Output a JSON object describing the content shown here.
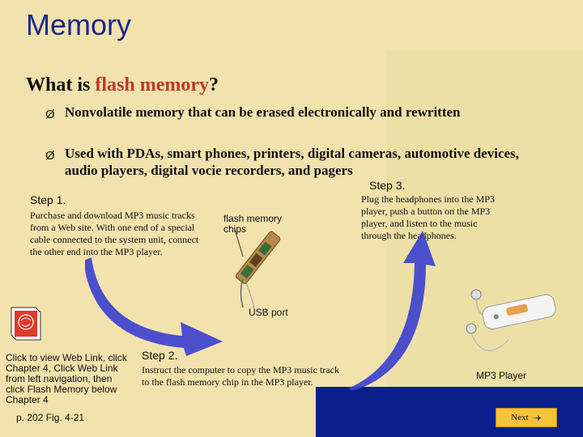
{
  "title": "Memory",
  "subtitle": {
    "prefix": "What is ",
    "highlight": "flash memory",
    "suffix": "?"
  },
  "bullets": [
    {
      "marker": "Ø",
      "text": "Nonvolatile memory that can be erased electronically and rewritten"
    },
    {
      "marker": "Ø",
      "text": "Used with PDAs, smart phones, printers, digital cameras, automotive devices, audio players, digital vocie recorders, and pagers"
    }
  ],
  "step1": {
    "label": "Step 1.",
    "text": "Purchase and download MP3 music tracks from a Web site. With one end of a special cable connected to the system unit, connect the other end into the MP3 player."
  },
  "step2": {
    "label": "Step 2.",
    "text": "Instruct the computer to copy the MP3 music track to the flash memory chip in the MP3 player."
  },
  "step3": {
    "label": "Step 3.",
    "text": "Plug the headphones into the MP3 player, push a button on the MP3 player, and listen to the music through the headphones."
  },
  "callouts": {
    "flash_chips": "flash memory chips",
    "usb_port": "USB port",
    "mp3_player": "MP3 Player"
  },
  "weblink": {
    "text": "Click to view Web Link, click Chapter 4, Click Web Link from left navigation, then click Flash Memory below Chapter 4"
  },
  "figure_ref": "p. 202 Fig. 4-21",
  "next_label": "Next",
  "colors": {
    "title": "#1a2a8a",
    "highlight": "#c0392b",
    "background": "#f2e2ae",
    "bottom_bar": "#0b1f8c",
    "arrow": "#3a3fd0",
    "next_button": "#f6c23c"
  },
  "icons": [
    "bullet-arrow-icon",
    "weblink-globe-icon",
    "curved-arrow-icon",
    "flash-chip-image",
    "mp3-player-image",
    "hand-pointer-icon"
  ]
}
